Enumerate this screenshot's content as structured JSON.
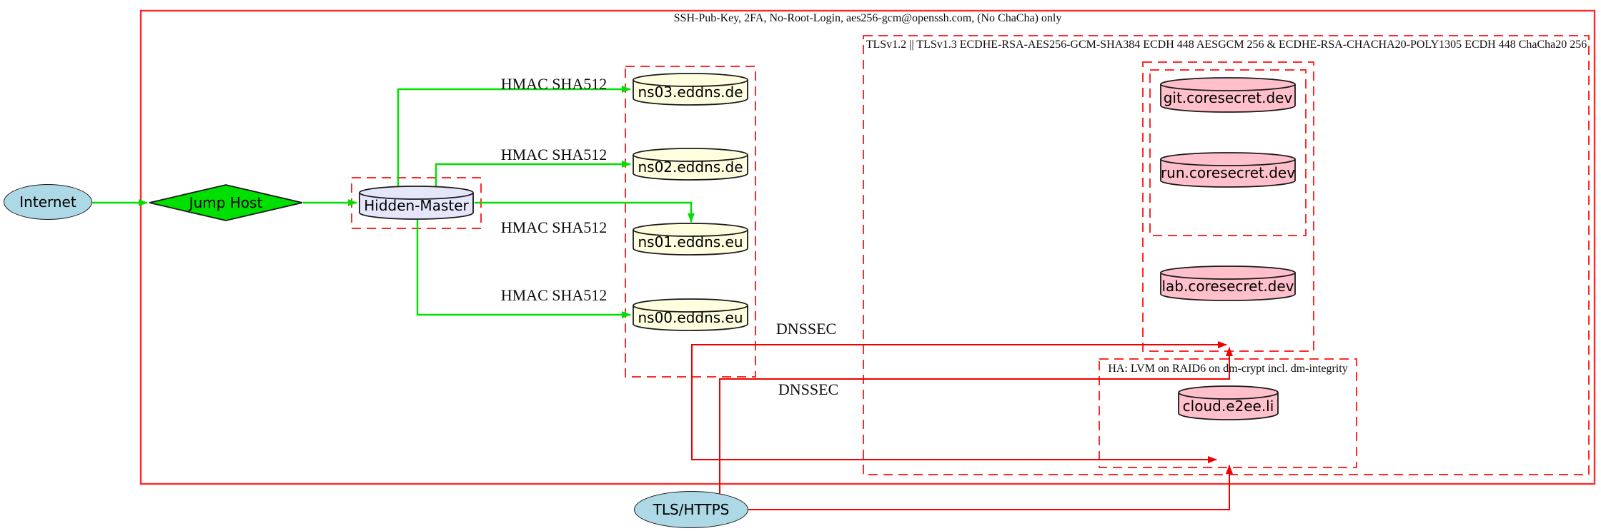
{
  "diagram": {
    "kind": "network-security-architecture",
    "clusters": {
      "ssh": {
        "label": "SSH-Pub-Key, 2FA, No-Root-Login, aes256-gcm@openssh.com, (No ChaCha) only",
        "border_style": "solid"
      },
      "tls": {
        "label": "TLSv1.2 || TLSv1.3 ECDHE-RSA-AES256-GCM-SHA384 ECDH 448 AESGCM 256 & ECDHE-RSA-CHACHA20-POLY1305 ECDH 448 ChaCha20 256",
        "border_style": "dashed"
      },
      "ha": {
        "label": "HA: LVM on RAID6 on dm-crypt incl. dm-integrity",
        "border_style": "dashed"
      },
      "dns_pool": {
        "label": "",
        "border_style": "dashed"
      },
      "hidden_master_box": {
        "label": "",
        "border_style": "dashed"
      },
      "coresecret_outer": {
        "label": "",
        "border_style": "dashed"
      },
      "coresecret_inner": {
        "label": "",
        "border_style": "dashed"
      }
    },
    "nodes": {
      "internet": {
        "label": "Internet",
        "shape": "ellipse",
        "fill": "#add8e6"
      },
      "jump_host": {
        "label": "Jump Host",
        "shape": "diamond",
        "fill": "#00e000"
      },
      "hidden_master": {
        "label": "Hidden-Master",
        "shape": "cylinder",
        "fill": "#e6e6fa"
      },
      "ns03": {
        "label": "ns03.eddns.de",
        "shape": "cylinder",
        "fill": "#ffffe0"
      },
      "ns02": {
        "label": "ns02.eddns.de",
        "shape": "cylinder",
        "fill": "#ffffe0"
      },
      "ns01": {
        "label": "ns01.eddns.eu",
        "shape": "cylinder",
        "fill": "#ffffe0"
      },
      "ns00": {
        "label": "ns00.eddns.eu",
        "shape": "cylinder",
        "fill": "#ffffe0"
      },
      "git": {
        "label": "git.coresecret.dev",
        "shape": "cylinder",
        "fill": "#ffc0cb"
      },
      "run": {
        "label": "run.coresecret.dev",
        "shape": "cylinder",
        "fill": "#ffc0cb"
      },
      "lab": {
        "label": "lab.coresecret.dev",
        "shape": "cylinder",
        "fill": "#ffc0cb"
      },
      "cloud": {
        "label": "cloud.e2ee.li",
        "shape": "cylinder",
        "fill": "#ffc0cb"
      },
      "tls_https": {
        "label": "TLS/HTTPS",
        "shape": "ellipse",
        "fill": "#add8e6"
      }
    },
    "edge_labels": {
      "hmac": "HMAC SHA512",
      "dnssec": "DNSSEC"
    },
    "colors": {
      "zone_transfer_edge": "#00e000",
      "tls_dnssec_edge": "#f00000",
      "cluster_border": "#ff2a2a",
      "node_outline": "#1a1a1a",
      "node_text": "#000000"
    }
  }
}
